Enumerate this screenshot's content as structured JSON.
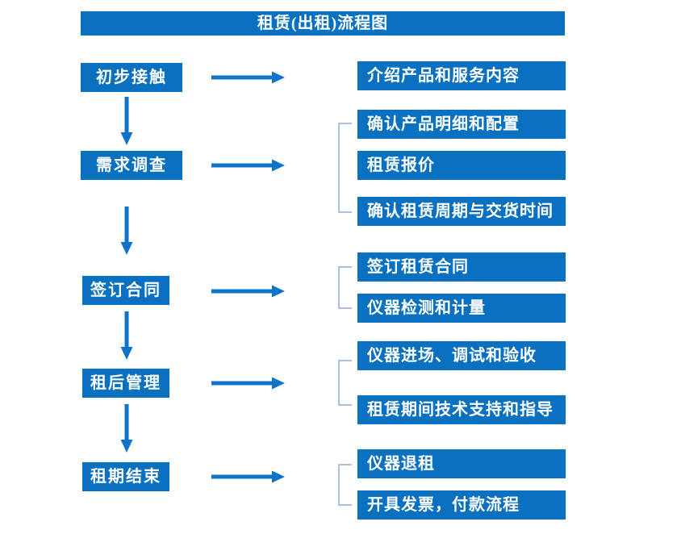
{
  "title": "租赁(出租)流程图",
  "colors": {
    "primary": "#0a70c0",
    "arrow": "#0f74c8",
    "bracket": "#8faadc",
    "box_text": "#ffffff"
  },
  "steps": [
    {
      "label": "初步接触",
      "details": [
        "介绍产品和服务内容"
      ]
    },
    {
      "label": "需求调查",
      "details": [
        "确认产品明细和配置",
        "租赁报价",
        "确认租赁周期与交货时间"
      ]
    },
    {
      "label": "签订合同",
      "details": [
        "签订租赁合同",
        "仪器检测和计量"
      ]
    },
    {
      "label": "租后管理",
      "details": [
        "仪器进场、调试和验收",
        "租赁期间技术支持和指导"
      ]
    },
    {
      "label": "租期结束",
      "details": [
        "仪器退租",
        "开具发票，付款流程"
      ]
    }
  ]
}
